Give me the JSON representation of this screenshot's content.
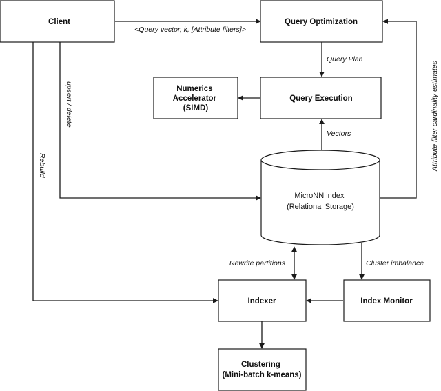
{
  "diagram": {
    "nodes": {
      "client": {
        "lines": [
          "Client"
        ]
      },
      "query_optimization": {
        "lines": [
          "Query Optimization"
        ]
      },
      "query_execution": {
        "lines": [
          "Query Execution"
        ]
      },
      "numerics_accelerator": {
        "lines": [
          "Numerics",
          "Accelerator",
          "(SIMD)"
        ]
      },
      "micronn_index": {
        "lines": [
          "MicroNN index",
          "(Relational Storage)"
        ]
      },
      "indexer": {
        "lines": [
          "Indexer"
        ]
      },
      "index_monitor": {
        "lines": [
          "Index Monitor"
        ]
      },
      "clustering": {
        "lines": [
          "Clustering",
          "(Mini-batch k-means)"
        ]
      }
    },
    "edges": {
      "query_request": "<Query vector, k, [Attribute filters]>",
      "query_plan": "Query Plan",
      "vectors": "Vectors",
      "upsert_delete": "upsert / delete",
      "rebuild": "Rebuild",
      "cardinality_estimates": "Attribute filter cardinality estimates",
      "rewrite_partitions": "Rewrite partitions",
      "cluster_imbalance": "Cluster imbalance"
    }
  }
}
